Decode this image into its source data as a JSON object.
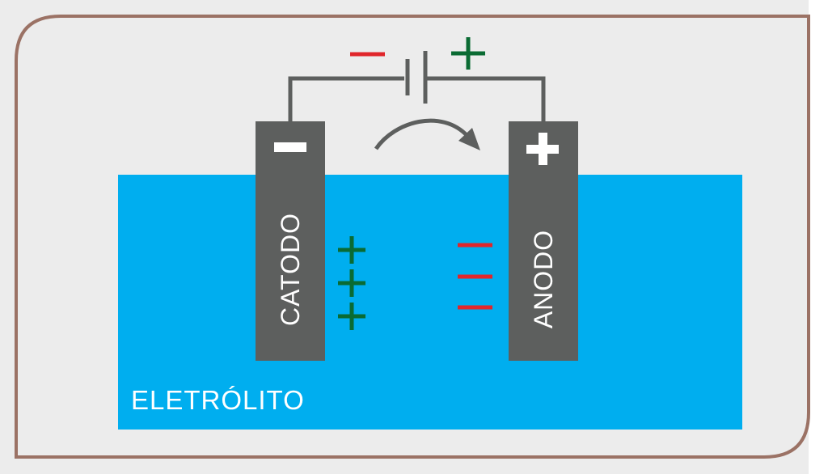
{
  "colors": {
    "background": "#ececec",
    "frame": "#9b7265",
    "electrolyte": "#00aeef",
    "electrode": "#5d5f5e",
    "wire": "#5d5f5e",
    "positive_charge": "#0a6b33",
    "negative_charge": "#e0262b",
    "label_text": "#ffffff"
  },
  "battery": {
    "negative_terminal_sign": "minus",
    "positive_terminal_sign": "plus"
  },
  "arrow": {
    "direction": "cathode-to-anode"
  },
  "cathode": {
    "label": "CATODO",
    "terminal_sign": "minus",
    "adjacent_charges": [
      "plus",
      "plus",
      "plus"
    ]
  },
  "anode": {
    "label": "ANODO",
    "terminal_sign": "plus",
    "adjacent_charges": [
      "minus",
      "minus",
      "minus"
    ]
  },
  "electrolyte": {
    "label": "ELETRÓLITO"
  }
}
